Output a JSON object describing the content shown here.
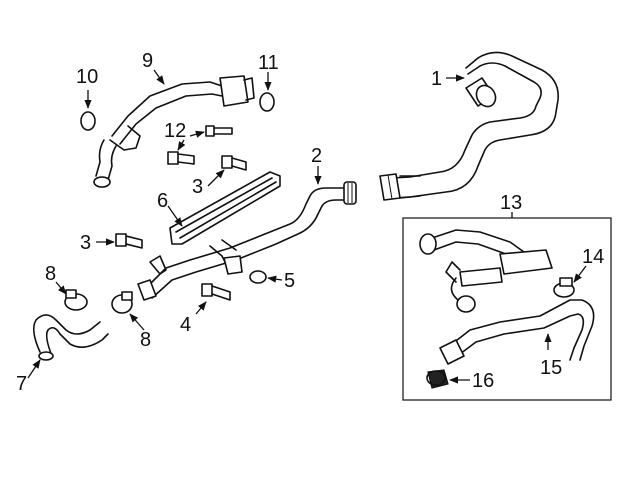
{
  "callouts": {
    "c1": "1",
    "c2": "2",
    "c3a": "3",
    "c3b": "3",
    "c4": "4",
    "c5": "5",
    "c6": "6",
    "c7": "7",
    "c8a": "8",
    "c8b": "8",
    "c9": "9",
    "c10": "10",
    "c11": "11",
    "c12": "12",
    "c13": "13",
    "c14": "14",
    "c15": "15",
    "c16": "16"
  },
  "colors": {
    "line": "#111111",
    "background": "#ffffff"
  }
}
